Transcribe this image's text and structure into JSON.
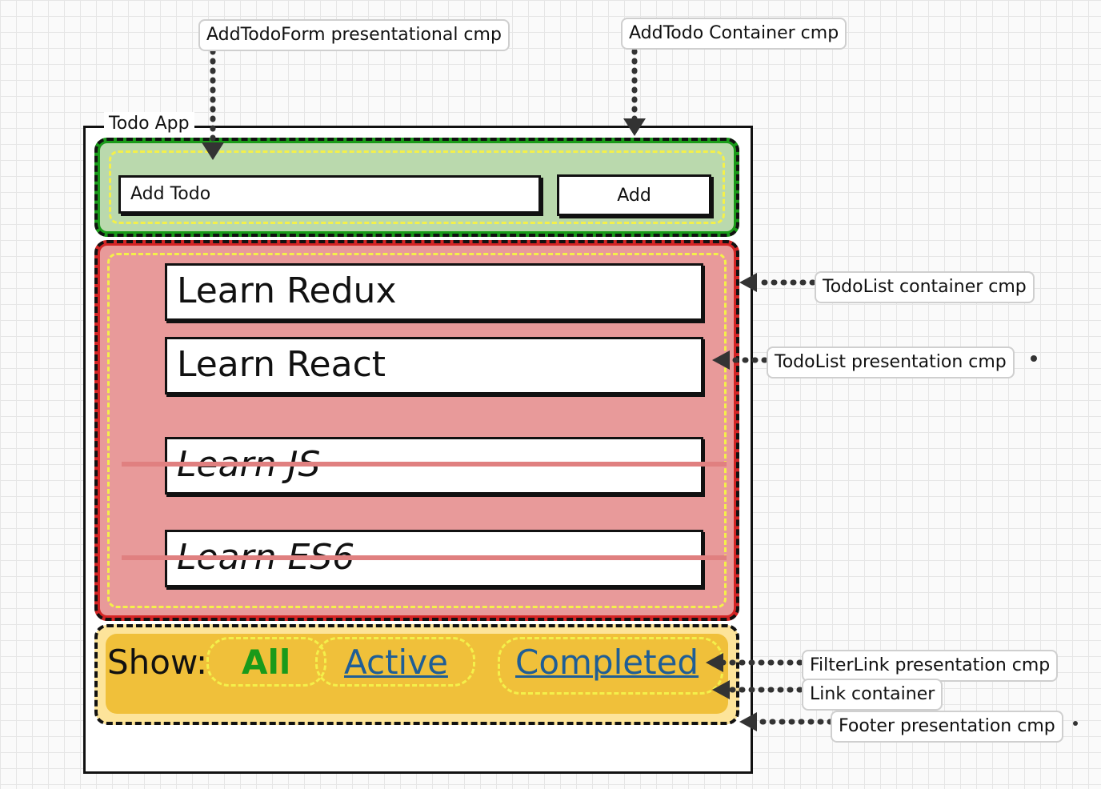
{
  "app_title": "Todo App",
  "add_form": {
    "input_placeholder": "Add Todo",
    "button_label": "Add"
  },
  "todos": [
    {
      "text": "Learn Redux",
      "completed": false
    },
    {
      "text": "Learn React",
      "completed": false
    },
    {
      "text": "Learn JS",
      "completed": true
    },
    {
      "text": "Learn ES6",
      "completed": true
    }
  ],
  "footer": {
    "show_label": "Show:",
    "filters": [
      {
        "label": "All",
        "active": true
      },
      {
        "label": "Active",
        "active": false
      },
      {
        "label": "Completed",
        "active": false
      }
    ]
  },
  "annotations": {
    "add_todo_form": "AddTodoForm presentational cmp",
    "add_todo_container": "AddTodo Container cmp",
    "todolist_container": "TodoList container cmp",
    "todolist_presentation": "TodoList presentation cmp",
    "filterlink_presentation": "FilterLink presentation cmp",
    "link_container": "Link container",
    "footer_presentation": "Footer presentation cmp"
  },
  "colors": {
    "container_green": "#1a9a1a",
    "container_red": "#d32525",
    "footer_yellow": "#f0c03a",
    "link_blue": "#1f5e96"
  }
}
